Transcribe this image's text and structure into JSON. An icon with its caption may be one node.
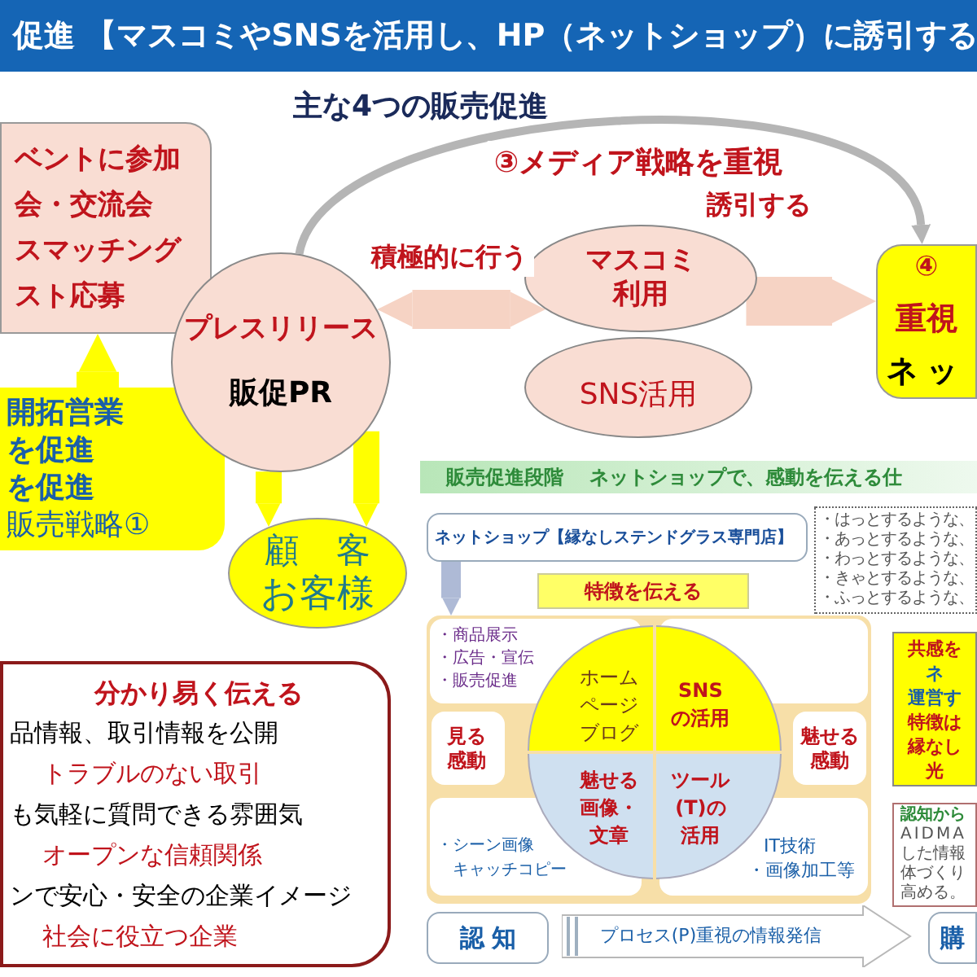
{
  "diagram": {
    "title": "促進 【マスコミやSNSを活用し、HP（ネットショップ）に誘引する",
    "nodes": [
      {
        "text": [
          "ベントに参加",
          "会・交流会",
          "スマッチング",
          "スト応募"
        ]
      },
      {
        "text": [
          "開拓営業",
          "を促進",
          "を促進",
          "販売戦略①"
        ]
      },
      {
        "text": [
          "プレスリリース",
          "販促PR"
        ]
      },
      {
        "text": [
          "マスコミ利用"
        ]
      },
      {
        "text": [
          "SNS活用"
        ]
      },
      {
        "text": [
          "④",
          "重視",
          "ネッ"
        ]
      },
      {
        "text": [
          "顧 客",
          "お客様"
        ]
      },
      {
        "text": [
          "販売促進段階",
          "ネットショップで、感動を伝える仕"
        ]
      },
      {
        "text": [
          "ネットショップ【縁なしステンドグラス専門店】"
        ]
      },
      {
        "text": [
          "・はっとするような、",
          "・あっとするような、",
          "・わっとするような、",
          "・きゃとするような、",
          "・ふっとするような、"
        ]
      },
      {
        "text": [
          "特徴を伝える"
        ]
      },
      {
        "text": [],
        "shape": "box"
      },
      {
        "text": [
          "・商品展示",
          "・広告・宣伝",
          "・販売促進"
        ],
        "in": 11
      },
      {
        "text": [],
        "shape": "box",
        "in": 11
      },
      {
        "text": [
          "見る感動"
        ],
        "in": 11
      },
      {
        "text": [
          "魅せる感動"
        ],
        "in": 11
      },
      {
        "text": [
          "・シーン画像",
          "キャッチコピー"
        ],
        "in": 11
      },
      {
        "text": [
          "IT技術",
          "・画像加工等"
        ],
        "in": 11
      },
      {
        "text": [
          "ホームページブログ"
        ],
        "in": 11
      },
      {
        "text": [
          "SNSの活用"
        ],
        "in": 11
      },
      {
        "text": [
          "魅せる画像・文章"
        ],
        "in": 11
      },
      {
        "text": [
          "ツール(T)の活用"
        ],
        "in": 11
      },
      {
        "text": [
          "共感を",
          "ネ",
          "運営す",
          "特徴は",
          "縁なし",
          "光"
        ]
      },
      {
        "text": [
          "認知から",
          "AIDMA",
          "した情報",
          "体づくり",
          "高める。"
        ]
      },
      {
        "text": [
          "認知"
        ]
      },
      {
        "text": [
          "プロセス(P)重視の情報発信"
        ]
      },
      {
        "text": [
          "購"
        ]
      },
      {
        "text": [
          "分かり易く伝える",
          "品情報、取引情報を公開",
          "トラブルのない取引",
          "も気軽に質問できる雰囲気",
          "オープンな信頼関係",
          "ンで安心・安全の企業イメージ",
          "社会に役立つ企業"
        ]
      }
    ],
    "edges": [
      {
        "from": 2,
        "to": 3,
        "arrow": "both",
        "label": "積極的に行う",
        "color": "#f6d3c4"
      },
      {
        "from": 3,
        "to": 5,
        "arrow": "to",
        "label": "誘引する",
        "style": "thick",
        "color": "#f6d3c4"
      },
      {
        "from": 2,
        "to": 5,
        "arrow": "to",
        "label": "③メディア戦略を重視",
        "color": "#b5b5b5"
      },
      {
        "from": 1,
        "to": 0,
        "arrow": "to",
        "color": "#ffff00"
      },
      {
        "from": 2,
        "to": 6,
        "arrow": "to",
        "color": "#ffff00"
      },
      {
        "from": 2,
        "to": 6,
        "arrow": "to",
        "color": "#ffff00"
      },
      {
        "from": 8,
        "to": 11,
        "arrow": "to",
        "color": "#aebad6"
      }
    ],
    "labels": [
      "主な4つの販売促進"
    ]
  }
}
